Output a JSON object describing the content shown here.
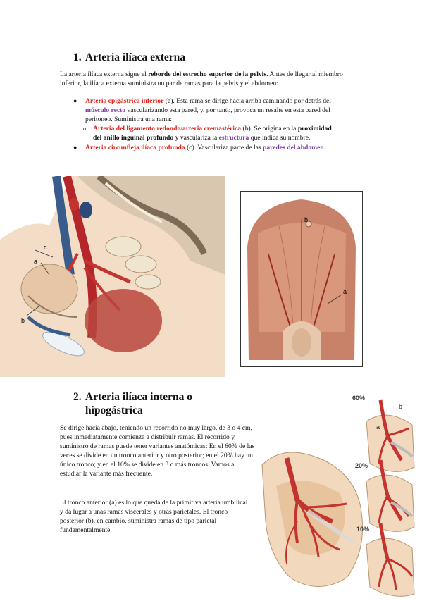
{
  "section1": {
    "number": "1.",
    "title": "Arteria ilíaca externa",
    "intro": {
      "t1": "La arteria ilíaca externa sigue el ",
      "b1": "reborde del estrecho superior de la pelvis",
      "t2": ". Antes de llegar al miembro inferior, la ilíaca externa suministra un par de ramas para la pelvis y el abdomen:"
    },
    "item1": {
      "name": "Arteria epigástrica inferior",
      "t1": " (a). Esta rama se dirige hacia arriba caminando por detrás del ",
      "p1": "músculo recto",
      "t2": " vascularizando esta pared, y, por tanto, provoca un resalte en esta pared del peritoneo. Suministra una rama:",
      "sub": {
        "name": "Arteria del ligamento redondo/arteria cremastérica",
        "t1": " (b). Se origina en la ",
        "b1": "proximidad del anillo inguinal profundo",
        "t2": " y vasculariza la ",
        "p1": "estructura",
        "t3": " que indica su nombre."
      }
    },
    "item2": {
      "name": "Arteria circunfleja ilíaca profunda",
      "t1": " (c). Vasculariza parte de las ",
      "p1": "paredes del abdomen",
      "t2": "."
    },
    "fig1_labels": {
      "a": "a",
      "b": "b",
      "c": "c"
    },
    "fig2_labels": {
      "a": "a",
      "b": "b"
    }
  },
  "section2": {
    "number": "2.",
    "title_line1": "Arteria ilíaca interna o",
    "title_line2": "hipogástrica",
    "para1": "Se dirige hacia abajo, teniendo un recorrido no muy largo, de 3 o 4 cm, pues inmediatamente comienza a distribuir ramas. El recorrido y suministro de ramas puede tener variantes anatómicas: En el 60% de las veces se divide en un tronco anterior y otro posterior; en el 20% hay un único tronco; y en el 10% se divide en 3 o más troncos. Vamos a estudiar la variante más frecuente.",
    "para2": "El tronco anterior (a) es lo que queda de la primitiva arteria umbilical y da lugar a unas ramas viscerales y otras parietales. El tronco posterior (b), en cambio, suministra ramas de tipo parietal fundamentalmente.",
    "variants": [
      {
        "pct": "60%",
        "label_a": "a",
        "label_b": "b"
      },
      {
        "pct": "20%"
      },
      {
        "pct": "10%"
      }
    ]
  },
  "colors": {
    "red": "#e2231a",
    "purple": "#7a3fa0"
  }
}
